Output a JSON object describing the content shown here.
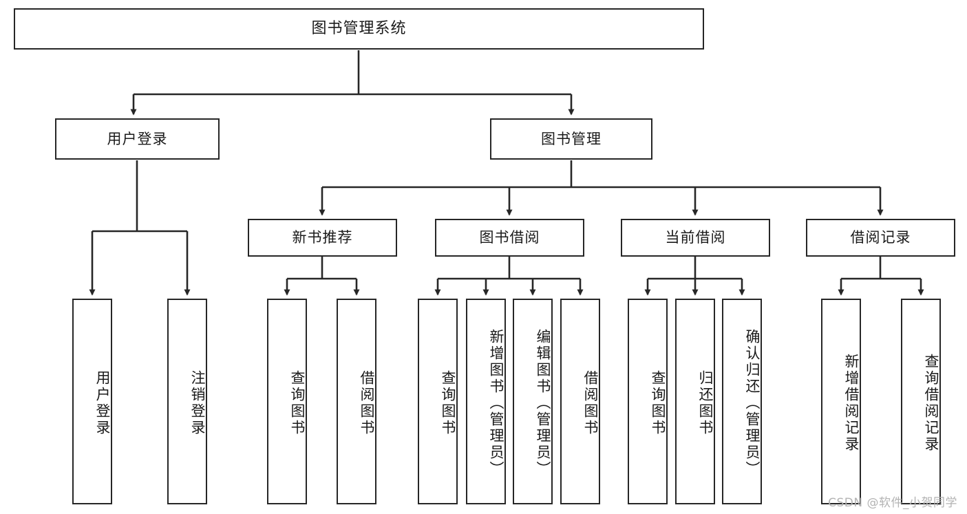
{
  "diagram": {
    "title": "图书管理系统",
    "type": "功能结构图",
    "watermark": "CSDN @软件_小贺同学",
    "colors": {
      "node_border": "#262626",
      "node_fill": "#ffffff",
      "edge": "#262626",
      "text": "#1a1a1a",
      "watermark": "#b3b3b3",
      "background": "#ffffff"
    },
    "nodes": {
      "root": {
        "label": "图书管理系统",
        "orientation": "horizontal"
      },
      "user_login": {
        "label": "用户登录",
        "orientation": "horizontal"
      },
      "book_manage": {
        "label": "图书管理",
        "orientation": "horizontal"
      },
      "new_book_rec": {
        "label": "新书推荐",
        "orientation": "horizontal"
      },
      "book_borrow": {
        "label": "图书借阅",
        "orientation": "horizontal"
      },
      "current_borrow": {
        "label": "当前借阅",
        "orientation": "horizontal"
      },
      "borrow_record": {
        "label": "借阅记录",
        "orientation": "horizontal"
      },
      "leaf_user_login": {
        "label": "用户登录",
        "orientation": "vertical"
      },
      "leaf_logout": {
        "label": "注销登录",
        "orientation": "vertical"
      },
      "leaf_query_book_a": {
        "label": "查询图书",
        "orientation": "vertical"
      },
      "leaf_borrow_book_a": {
        "label": "借阅图书",
        "orientation": "vertical"
      },
      "leaf_query_book_b": {
        "label": "查询图书",
        "orientation": "vertical"
      },
      "leaf_add_book": {
        "label": "新增图书（管理员）",
        "orientation": "vertical"
      },
      "leaf_edit_book": {
        "label": "编辑图书（管理员）",
        "orientation": "vertical"
      },
      "leaf_borrow_book_b": {
        "label": "借阅图书",
        "orientation": "vertical"
      },
      "leaf_query_book_c": {
        "label": "查询图书",
        "orientation": "vertical"
      },
      "leaf_return_book": {
        "label": "归还图书",
        "orientation": "vertical"
      },
      "leaf_confirm_return": {
        "label": "确认归还（管理员）",
        "orientation": "vertical"
      },
      "leaf_add_record": {
        "label": "新增借阅记录",
        "orientation": "vertical"
      },
      "leaf_query_record": {
        "label": "查询借阅记录",
        "orientation": "vertical"
      }
    },
    "hierarchy": [
      {
        "label": "图书管理系统",
        "children": [
          {
            "label": "用户登录",
            "children": [
              {
                "label": "用户登录"
              },
              {
                "label": "注销登录"
              }
            ]
          },
          {
            "label": "图书管理",
            "children": [
              {
                "label": "新书推荐",
                "children": [
                  {
                    "label": "查询图书"
                  },
                  {
                    "label": "借阅图书"
                  }
                ]
              },
              {
                "label": "图书借阅",
                "children": [
                  {
                    "label": "查询图书"
                  },
                  {
                    "label": "新增图书（管理员）"
                  },
                  {
                    "label": "编辑图书（管理员）"
                  },
                  {
                    "label": "借阅图书"
                  }
                ]
              },
              {
                "label": "当前借阅",
                "children": [
                  {
                    "label": "查询图书"
                  },
                  {
                    "label": "归还图书"
                  },
                  {
                    "label": "确认归还（管理员）"
                  }
                ]
              },
              {
                "label": "借阅记录",
                "children": [
                  {
                    "label": "新增借阅记录"
                  },
                  {
                    "label": "查询借阅记录"
                  }
                ]
              }
            ]
          }
        ]
      }
    ]
  }
}
